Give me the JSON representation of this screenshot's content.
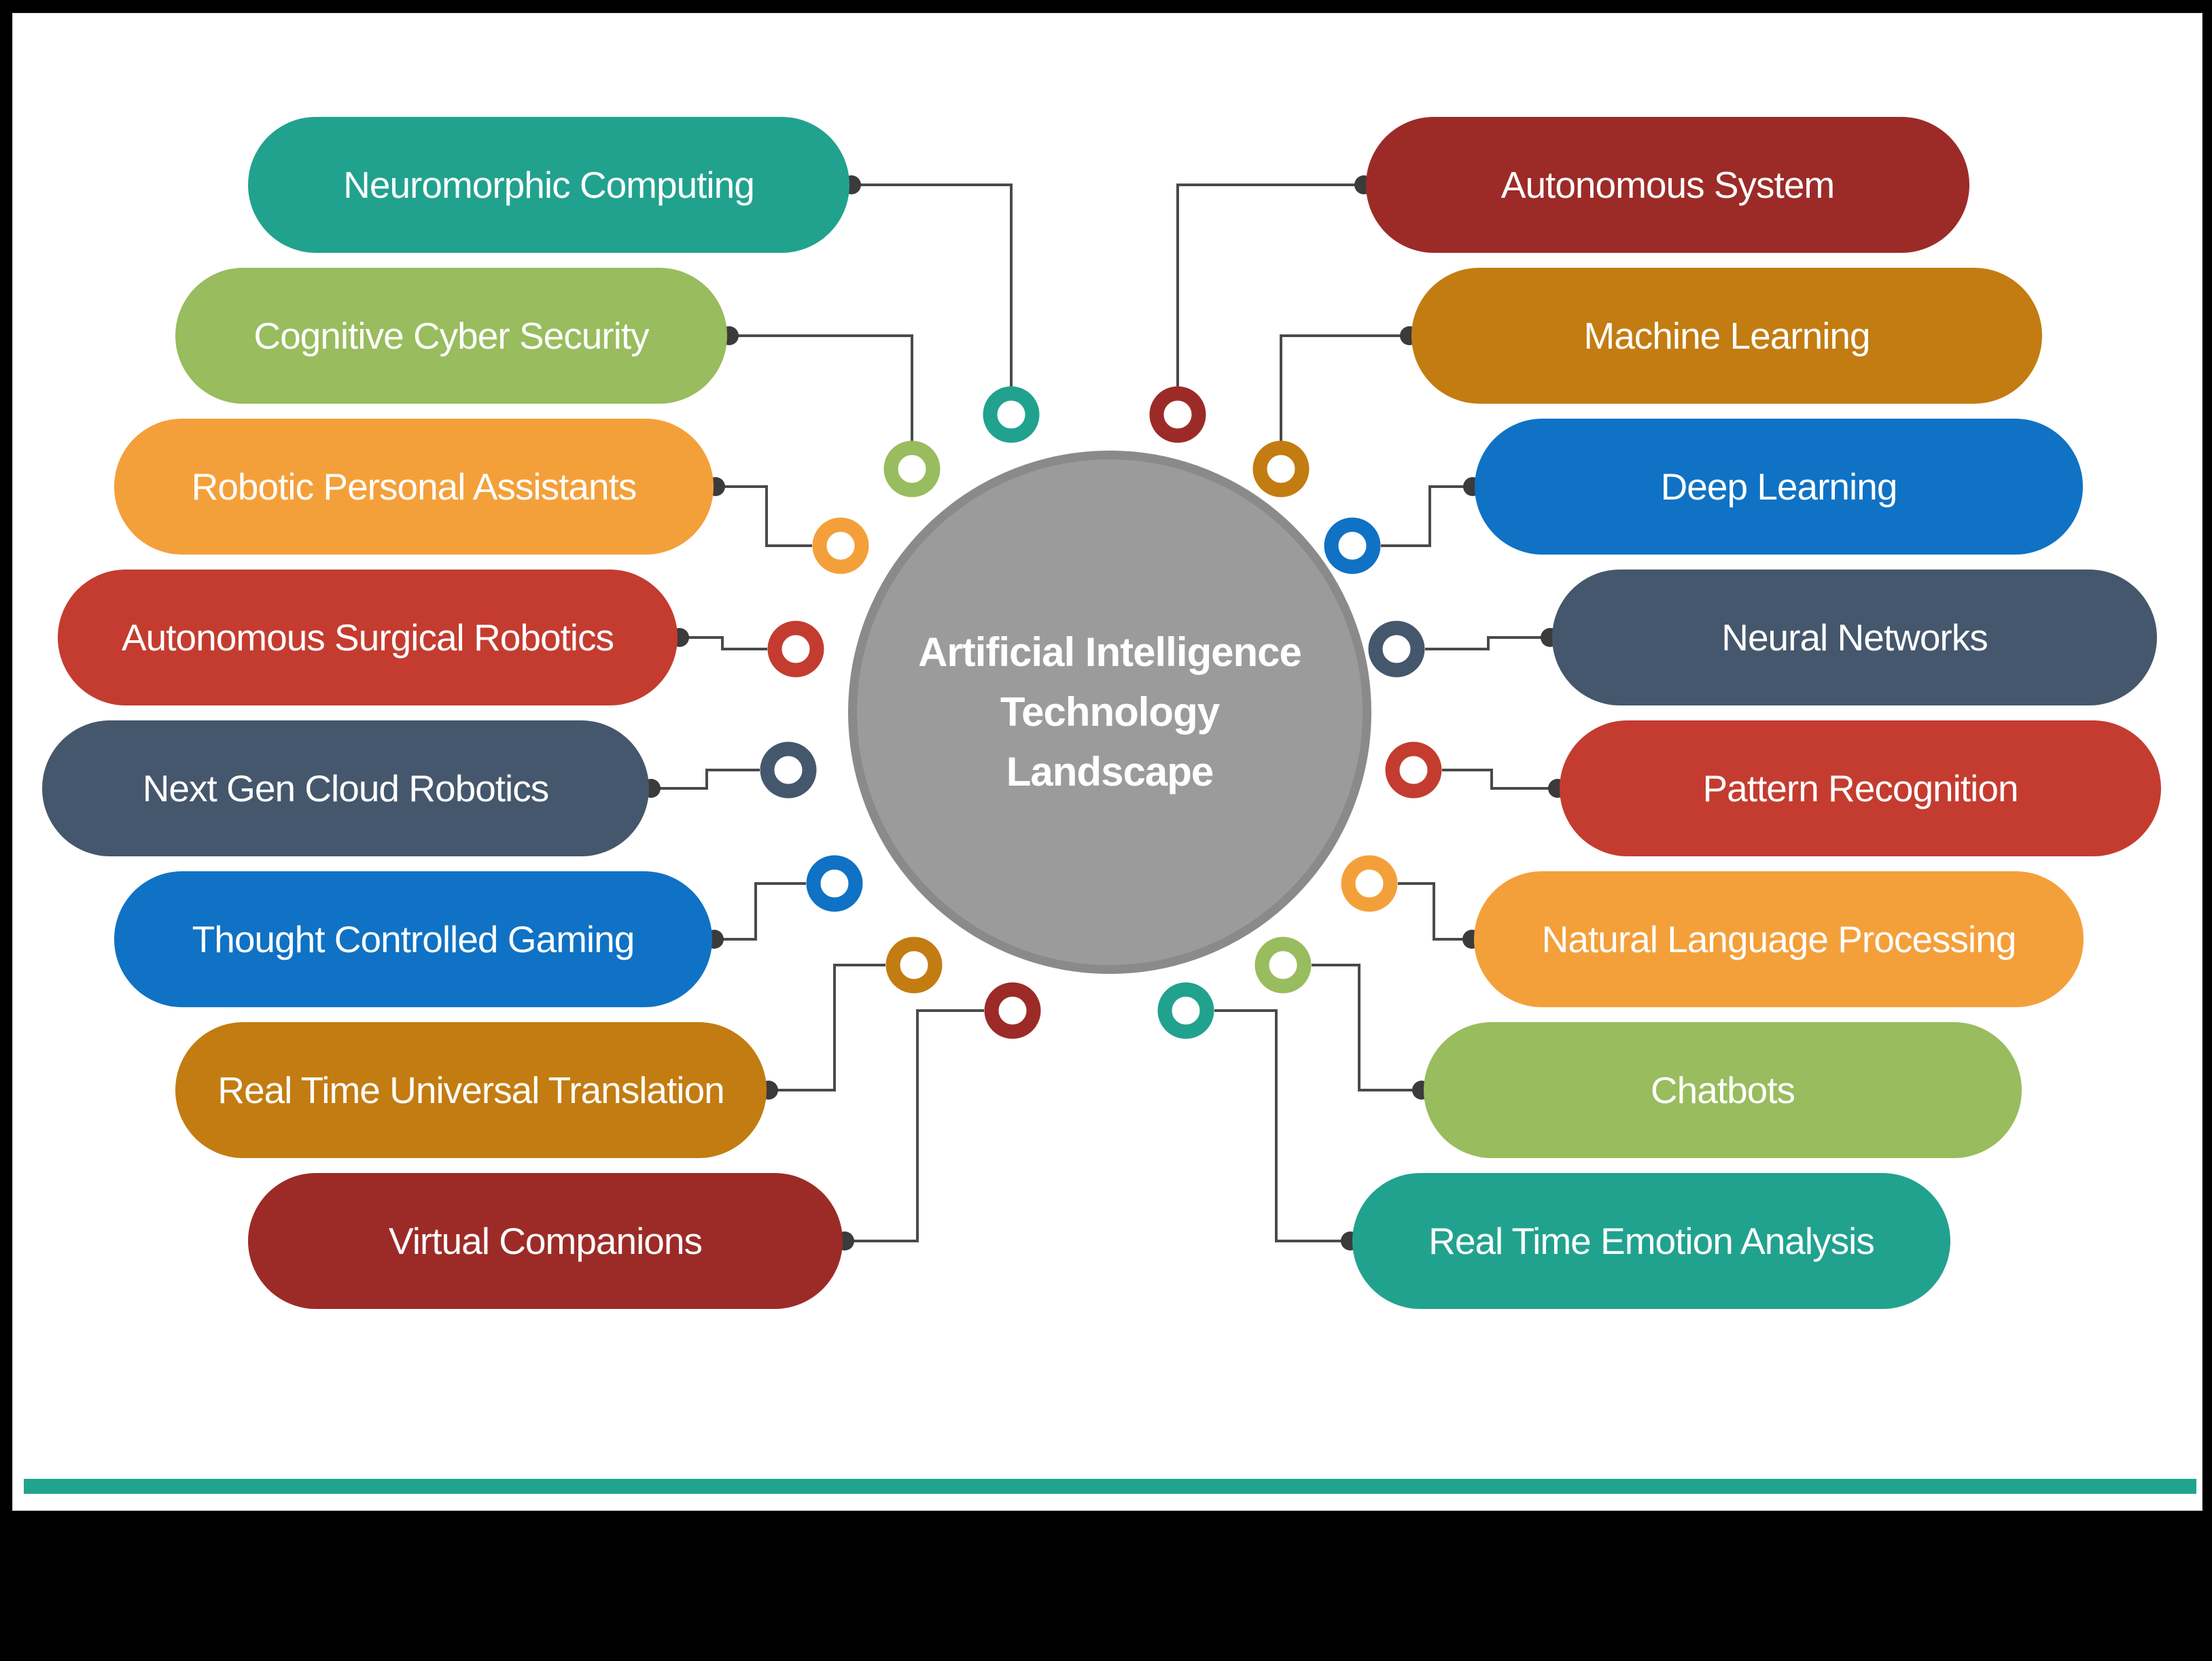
{
  "page": {
    "background_color": "#000000",
    "sheet_color": "#ffffff"
  },
  "center": {
    "title_lines": [
      "Artificial Intelligence",
      "Technology",
      "Landscape"
    ],
    "fill_color": "#9b9b9b",
    "border_color": "#8a8a8a",
    "text_color": "#ffffff"
  },
  "accent_bar": {
    "color": "#21a48d"
  },
  "connectors": {
    "line_color": "#4a4a4a",
    "dot_color": "#3b3b3b",
    "ring_hole_color": "#ffffff"
  },
  "left_nodes": [
    {
      "label": "Neuromorphic Computing",
      "color": "#21a28e"
    },
    {
      "label": "Cognitive Cyber Security",
      "color": "#98bc5e"
    },
    {
      "label": "Robotic Personal Assistants",
      "color": "#f4a03a"
    },
    {
      "label": "Autonomous Surgical Robotics",
      "color": "#c43c30"
    },
    {
      "label": "Next Gen Cloud Robotics",
      "color": "#45576c"
    },
    {
      "label": "Thought Controlled Gaming",
      "color": "#0f72c4"
    },
    {
      "label": "Real Time Universal Translation",
      "color": "#c37c11"
    },
    {
      "label": "Virtual Companions",
      "color": "#9c2b28"
    }
  ],
  "right_nodes": [
    {
      "label": "Autonomous System",
      "color": "#9c2b28"
    },
    {
      "label": "Machine Learning",
      "color": "#c37c11"
    },
    {
      "label": "Deep Learning",
      "color": "#0f72c4"
    },
    {
      "label": "Neural Networks",
      "color": "#45576c"
    },
    {
      "label": "Pattern Recognition",
      "color": "#c43c30"
    },
    {
      "label": "Natural Language Processing",
      "color": "#f4a03a"
    },
    {
      "label": "Chatbots",
      "color": "#98bc5e"
    },
    {
      "label": "Real Time Emotion Analysis",
      "color": "#21a28e"
    }
  ]
}
